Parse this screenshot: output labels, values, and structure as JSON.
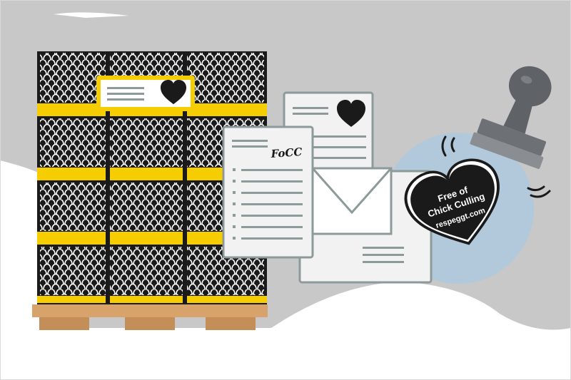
{
  "colors": {
    "background_grey": "#c8c8c8",
    "snow_white": "#ffffff",
    "egg_box_black": "#1a1a1a",
    "label_yellow": "#f6cd00",
    "pallet_wood": "#d8a26b",
    "paper_white": "#f2f2f2",
    "line_grey": "#8d9a9a",
    "stamp_circle": "#aec9dd",
    "stamp_handle": "#5f6266"
  },
  "icons": {
    "pallet": "pallet-of-egg-boxes",
    "documents": "document-stack",
    "envelope": "envelope-icon",
    "stamp": "rubber-stamp",
    "certification": "heart-logo"
  },
  "certification": {
    "line1": "Free of",
    "line2": "Chick Culling",
    "website": "respeggt.com"
  },
  "document": {
    "signature": "FoCC"
  }
}
